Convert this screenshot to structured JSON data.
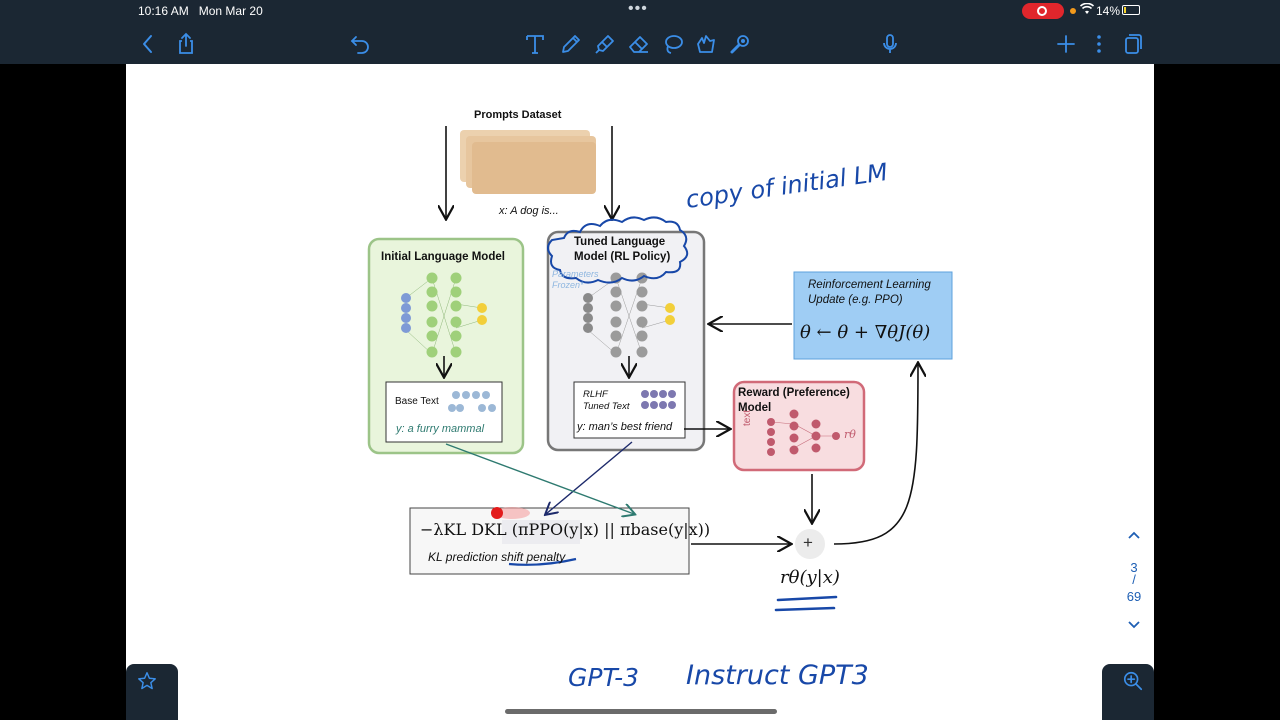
{
  "status": {
    "time": "10:16 AM",
    "date": "Mon Mar 20",
    "battery": "14%",
    "battery_level": 0.14
  },
  "toolbar": {
    "icons": [
      "back-icon",
      "share-icon",
      "undo-icon",
      "text-tool-icon",
      "pen-icon",
      "highlighter-icon",
      "eraser-icon",
      "lasso-icon",
      "shapes-icon",
      "laser-pointer-icon",
      "microphone-icon",
      "add-page-icon",
      "more-icon",
      "pages-icon"
    ]
  },
  "figure": {
    "dataset_label": "Prompts Dataset",
    "prompt_example": "x: A dog is...",
    "initial_lm_title": "Initial Language Model",
    "base_text_label": "Base Text",
    "base_output": "y: a furry mammal",
    "tuned_lm_title_line1": "Tuned Language",
    "tuned_lm_title_line2": "Model (RL Policy)",
    "frozen_note_line1": "Parameters",
    "frozen_note_line2": "Frozen*",
    "rlhf_label_line1": "RLHF",
    "rlhf_label_line2": "Tuned Text",
    "tuned_output": "y: man’s best friend",
    "rl_update_line1": "Reinforcement Learning",
    "rl_update_line2": "Update (e.g. PPO)",
    "rl_update_formula": "θ ← θ + ∇θJ(θ)",
    "reward_title_line1": "Reward (Preference)",
    "reward_title_line2": "Model",
    "reward_text_label": "text",
    "reward_output": "rθ",
    "kl_formula": "−λKL DKL (πPPO(y|x) || πbase(y|x))",
    "kl_caption": "KL prediction shift penalty",
    "plus_sign": "+",
    "sum_formula": "rθ(y|x)"
  },
  "annotations": {
    "copy_note": "copy of initial LM",
    "gpt3": "GPT-3",
    "instruct_gpt3": "Instruct GPT3"
  },
  "pagination": {
    "current": "3",
    "separator": "/",
    "total": "69"
  }
}
